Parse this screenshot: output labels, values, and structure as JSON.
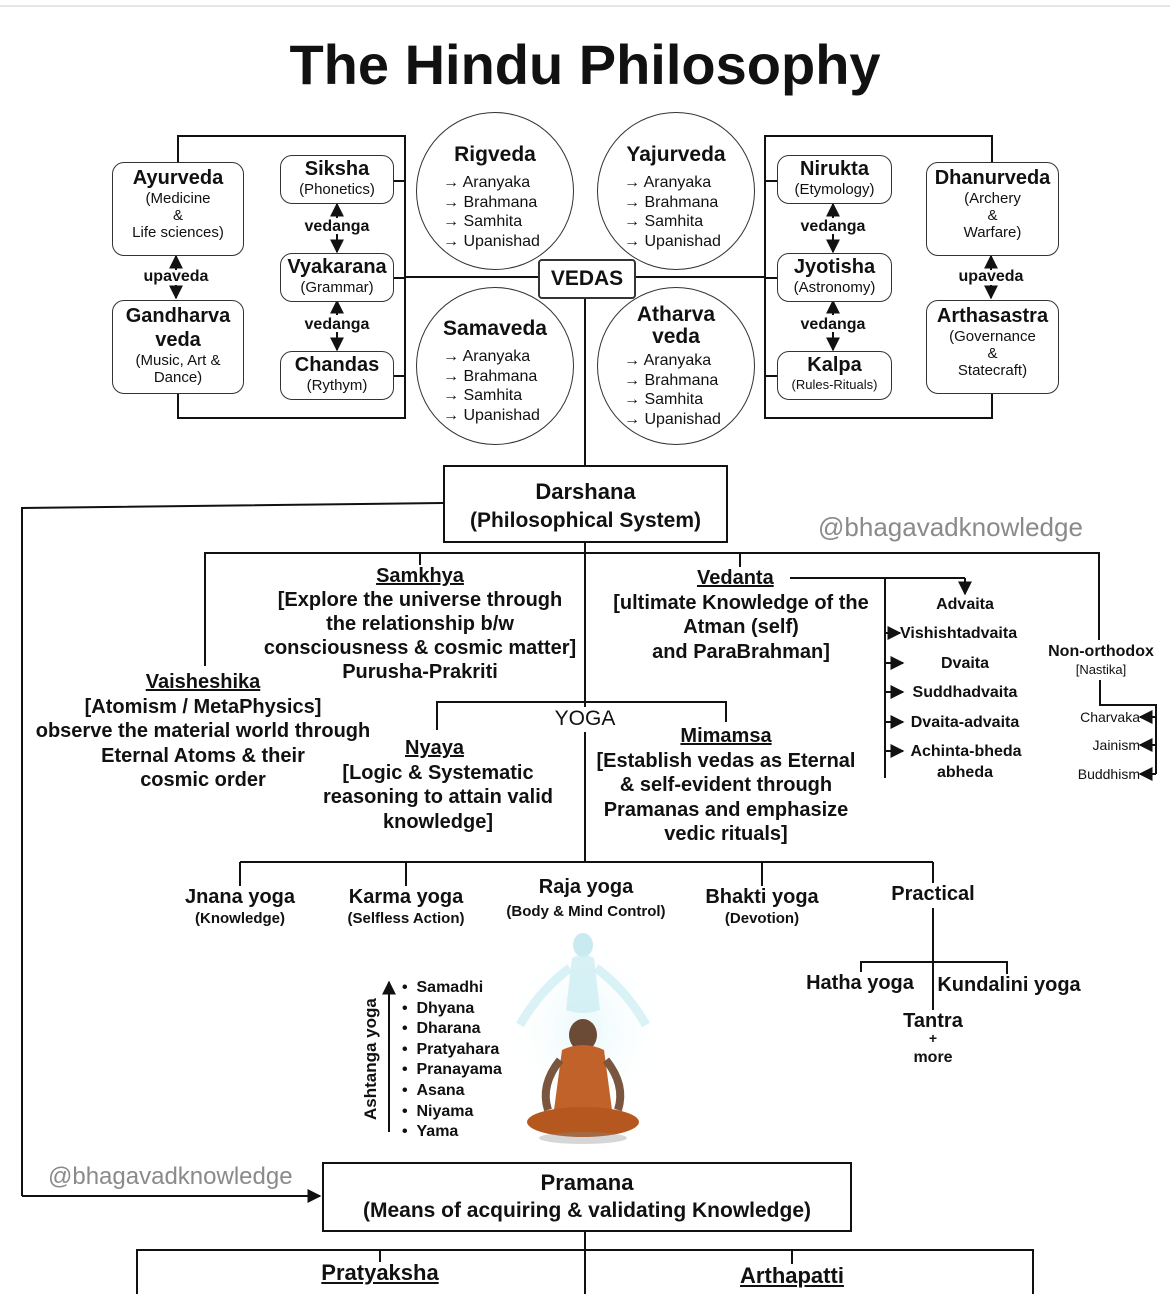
{
  "title": "The Hindu Philosophy",
  "vedas": {
    "label": "VEDAS",
    "rigveda": {
      "name": "Rigveda",
      "items": [
        "→ Aranyaka",
        "→ Brahmana",
        "→ Samhita",
        "→ Upanishad"
      ]
    },
    "yajurveda": {
      "name": "Yajurveda",
      "items": [
        "→ Aranyaka",
        "→ Brahmana",
        "→ Samhita",
        "→ Upanishad"
      ]
    },
    "samaveda": {
      "name": "Samaveda",
      "items": [
        "→ Aranyaka",
        "→ Brahmana",
        "→ Samhita",
        "→ Upanishad"
      ]
    },
    "atharvaveda": {
      "name1": "Atharva",
      "name2": "veda",
      "items": [
        "→ Aranyaka",
        "→ Brahmana",
        "→ Samhita",
        "→ Upanishad"
      ]
    }
  },
  "left_group": {
    "ayurveda": {
      "name": "Ayurveda",
      "sub1": "(Medicine",
      "sub2": "&",
      "sub3": "Life sciences)"
    },
    "upaveda": "upaveda",
    "gandharva": {
      "name1": "Gandharva",
      "name2": "veda",
      "sub1": "(Music, Art &",
      "sub2": "Dance)"
    },
    "siksha": {
      "name": "Siksha",
      "sub": "(Phonetics)"
    },
    "vyakarana": {
      "name": "Vyakarana",
      "sub": "(Grammar)"
    },
    "chandas": {
      "name": "Chandas",
      "sub": "(Rythym)"
    },
    "vedanga_1": "vedanga",
    "vedanga_2": "vedanga"
  },
  "right_group": {
    "nirukta": {
      "name": "Nirukta",
      "sub": "(Etymology)"
    },
    "jyotisha": {
      "name": "Jyotisha",
      "sub": "(Astronomy)"
    },
    "kalpa": {
      "name": "Kalpa",
      "sub": "(Rules-Rituals)"
    },
    "dhanurveda": {
      "name": "Dhanurveda",
      "sub1": "(Archery",
      "sub2": "&",
      "sub3": "Warfare)"
    },
    "upaveda": "upaveda",
    "arthasastra": {
      "name": "Arthasastra",
      "sub1": "(Governance",
      "sub2": "&",
      "sub3": "Statecraft)"
    },
    "vedanga_1": "vedanga",
    "vedanga_2": "vedanga"
  },
  "darshana": {
    "line1": "Darshana",
    "line2": "(Philosophical System)"
  },
  "watermark": "@bhagavadknowledge",
  "samkhya": {
    "name": "Samkhya",
    "lines": [
      "[Explore the universe through",
      "the relationship b/w",
      "consciousness & cosmic matter]",
      "Purusha-Prakriti"
    ]
  },
  "vedanta": {
    "name": "Vedanta",
    "lines": [
      "[ultimate Knowledge of the",
      "Atman (self)",
      "and ParaBrahman]"
    ]
  },
  "vedanta_schools": [
    "Advaita",
    "Vishishtadvaita",
    "Dvaita",
    "Suddhadvaita",
    "Dvaita-advaita",
    "Achinta-bheda",
    "abheda"
  ],
  "non_orthodox": {
    "name": "Non-orthodox",
    "sub": "[Nastika]",
    "items": [
      "Charvaka",
      "Jainism",
      "Buddhism"
    ]
  },
  "vaisheshika": {
    "name": "Vaisheshika",
    "lines": [
      "[Atomism / MetaPhysics]",
      "observe the material world through",
      "Eternal Atoms & their",
      "cosmic order"
    ]
  },
  "yoga_label": "YOGA",
  "nyaya": {
    "name": "Nyaya",
    "lines": [
      "[Logic & Systematic",
      "reasoning to attain valid",
      "knowledge]"
    ]
  },
  "mimamsa": {
    "name": "Mimamsa",
    "lines": [
      "[Establish vedas as Eternal",
      "& self-evident through",
      "Pramanas and emphasize",
      "vedic rituals]"
    ]
  },
  "yogas": {
    "jnana": {
      "name": "Jnana yoga",
      "sub": "(Knowledge)"
    },
    "karma": {
      "name": "Karma yoga",
      "sub": "(Selfless Action)"
    },
    "raja": {
      "name": "Raja yoga",
      "sub": "(Body & Mind Control)"
    },
    "bhakti": {
      "name": "Bhakti yoga",
      "sub": "(Devotion)"
    },
    "practical": {
      "name": "Practical"
    }
  },
  "practical_items": {
    "hatha": "Hatha yoga",
    "kundalini": "Kundalini yoga",
    "tantra": "Tantra",
    "plus": "+",
    "more": "more"
  },
  "ashtanga": {
    "label": "Ashtanga yoga",
    "items": [
      "Samadhi",
      "Dhyana",
      "Dharana",
      "Pratyahara",
      "Pranayama",
      "Asana",
      "Niyama",
      "Yama"
    ]
  },
  "pramana": {
    "line1": "Pramana",
    "line2": "(Means of acquiring & validating Knowledge)"
  },
  "bottom": {
    "pratyaksha": "Pratyaksha",
    "arthapatti": "Arthapatti"
  },
  "colors": {
    "line": "#111111",
    "watermark": "#8a8a8a",
    "figure_glow": "#bfe6ee",
    "figure_robe": "#c0622a"
  }
}
